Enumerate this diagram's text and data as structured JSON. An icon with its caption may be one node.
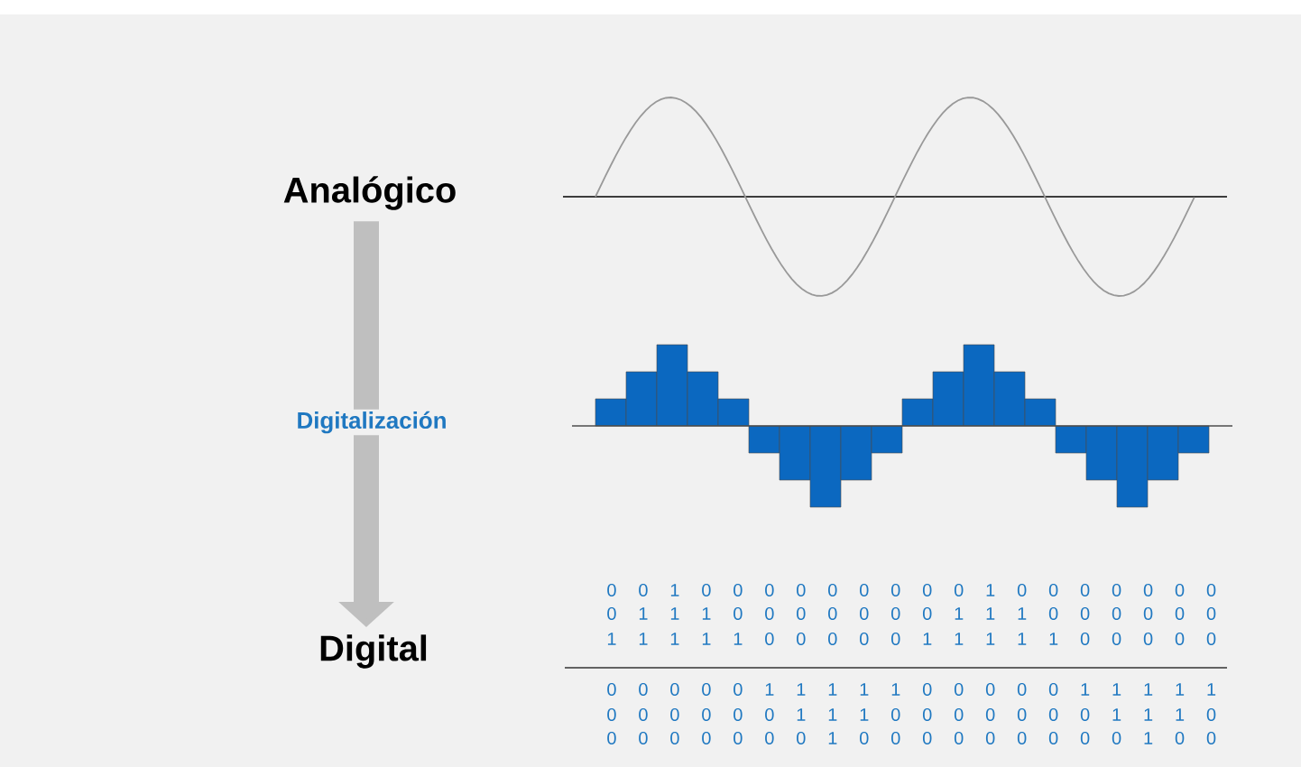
{
  "diagram": {
    "nodes": [
      {
        "text": [
          "Analógico"
        ]
      },
      {
        "text": [
          "Digital"
        ]
      }
    ],
    "edges": [
      {
        "from": 0,
        "to": 1,
        "arrow": "to",
        "label": "Digitalización"
      }
    ],
    "labels": [
      "0 0 1 0 0 0 0 0 0 0 0 0 1 0 0 0 0 0 0 0",
      "0 1 1 1 0 0 0 0 0 0 0 1 1 1 0 0 0 0 0 0",
      "1 1 1 1 1 0 0 0 0 0 1 1 1 1 1 0 0 0 0 0",
      "0 0 0 0 0 1 1 1 1 1 0 0 0 0 0 1 1 1 1 1",
      "0 0 0 0 0 0 1 1 1 0 0 0 0 0 0 0 1 1 1 0",
      "0 0 0 0 0 0 0 1 0 0 0 0 0 0 0 0 0 1 0 0"
    ]
  }
}
